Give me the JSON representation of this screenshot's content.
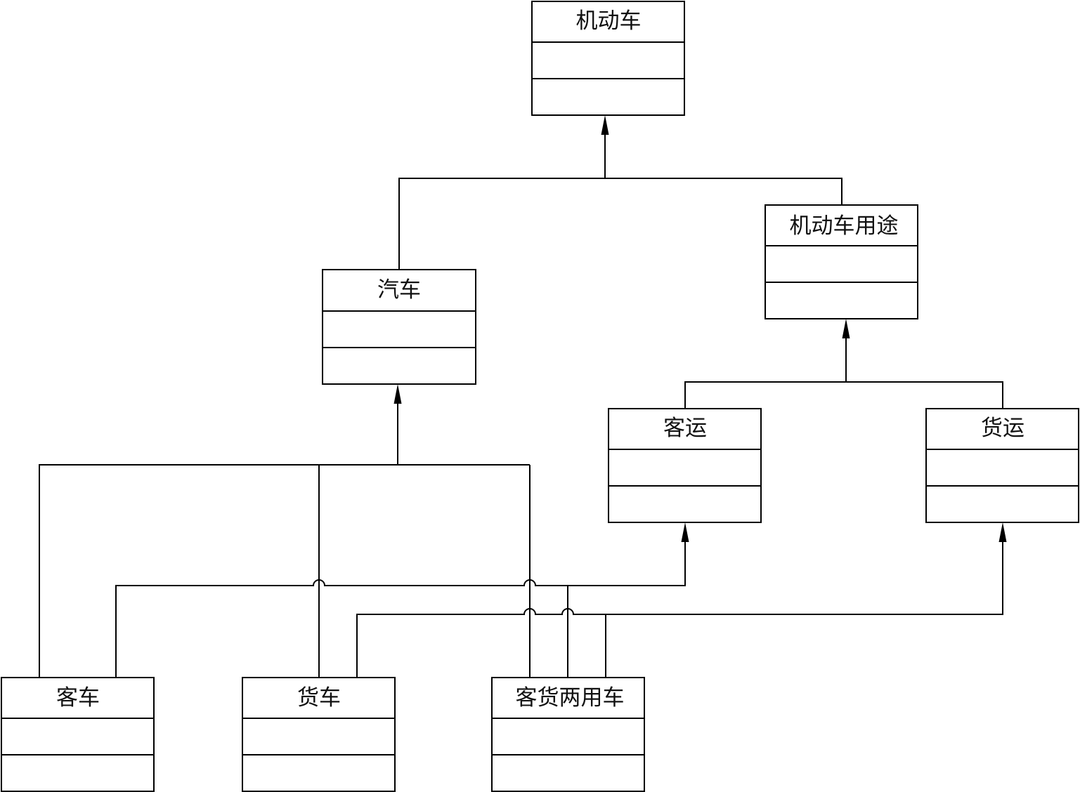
{
  "classes": {
    "motor_vehicle": "机动车",
    "automobile": "汽车",
    "vehicle_purpose": "机动车用途",
    "passenger_transport": "客运",
    "freight_transport": "货运",
    "bus": "客车",
    "truck": "货车",
    "dual_purpose_vehicle": "客货两用车"
  }
}
